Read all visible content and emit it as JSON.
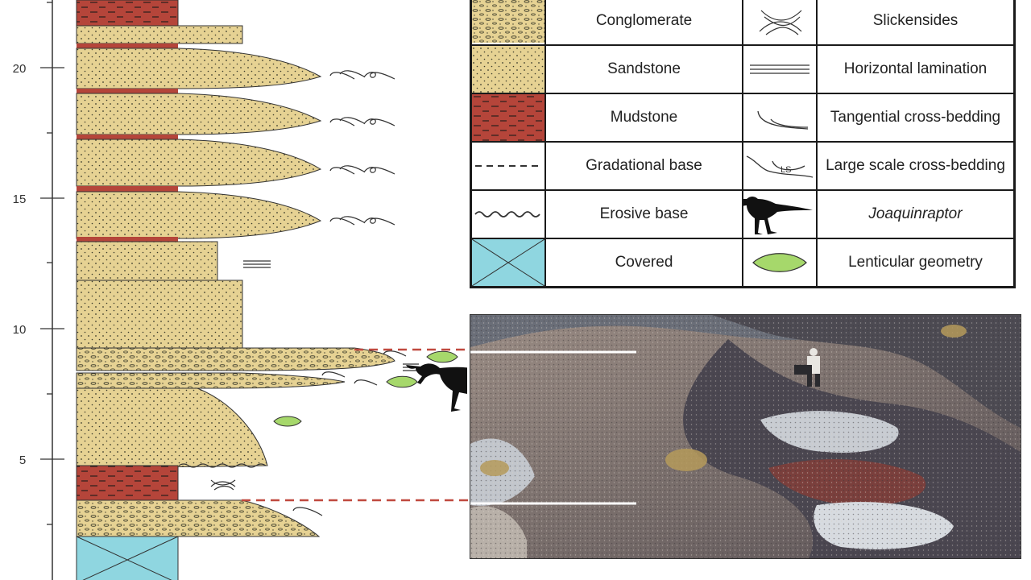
{
  "column": {
    "axis_ticks": [
      {
        "value": 20,
        "label": "20"
      },
      {
        "value": 15,
        "label": "15"
      },
      {
        "value": 10,
        "label": "10"
      },
      {
        "value": 5,
        "label": "5"
      }
    ],
    "units_top_to_bottom": [
      {
        "lithology": "mudstone",
        "top": 22.5,
        "bottom": 21.6
      },
      {
        "lithology": "sandstone",
        "top": 21.6,
        "bottom": 20.9
      },
      {
        "lithology": "sandstone-wedge",
        "top": 20.9,
        "bottom": 19.2
      },
      {
        "lithology": "sandstone-wedge",
        "top": 19.2,
        "bottom": 17.4
      },
      {
        "lithology": "sandstone-wedge",
        "top": 17.4,
        "bottom": 15.5
      },
      {
        "lithology": "sandstone-wedge",
        "top": 15.5,
        "bottom": 13.6
      },
      {
        "lithology": "sandstone",
        "top": 13.6,
        "bottom": 12.1
      },
      {
        "lithology": "sandstone",
        "top": 12.1,
        "bottom": 9.1
      },
      {
        "lithology": "conglomerate",
        "top": 9.1,
        "bottom": 8.0
      },
      {
        "lithology": "sandstone-wedge",
        "top": 8.0,
        "bottom": 5.1
      },
      {
        "lithology": "mudstone",
        "top": 5.1,
        "bottom": 3.7
      },
      {
        "lithology": "conglomerate",
        "top": 3.7,
        "bottom": 2.3
      },
      {
        "lithology": "covered",
        "top": 2.3,
        "bottom": 0.0
      }
    ]
  },
  "legend": {
    "rows": [
      {
        "symbol1": "conglomerate-swatch",
        "label1": "Conglomerate",
        "symbol2": "slickensides-icon",
        "label2": "Slickensides"
      },
      {
        "symbol1": "sandstone-swatch",
        "label1": "Sandstone",
        "symbol2": "horizontal-lamination-icon",
        "label2": "Horizontal lamination"
      },
      {
        "symbol1": "mudstone-swatch",
        "label1": "Mudstone",
        "symbol2": "tangential-cross-bedding-icon",
        "label2": "Tangential cross-bedding"
      },
      {
        "symbol1": "gradational-base-line",
        "label1": "Gradational base",
        "symbol2": "large-scale-cross-bedding-icon",
        "label2": "Large scale cross-bedding",
        "symbol2_text": "LS"
      },
      {
        "symbol1": "erosive-base-line",
        "label1": "Erosive base",
        "symbol2": "joaquinraptor-silhouette",
        "label2": "Joaquinraptor"
      },
      {
        "symbol1": "covered-swatch",
        "label1": "Covered",
        "symbol2": "lenticular-geometry-icon",
        "label2": "Lenticular geometry"
      }
    ]
  },
  "colors": {
    "sandstone": "#e6d293",
    "mudstone": "#b5453a",
    "covered": "#8fd6e0",
    "lens": "#a6d86b",
    "correlation_line": "#c0493f",
    "outline": "#333333"
  },
  "photo": {
    "description_icon": "outcrop-photo"
  }
}
